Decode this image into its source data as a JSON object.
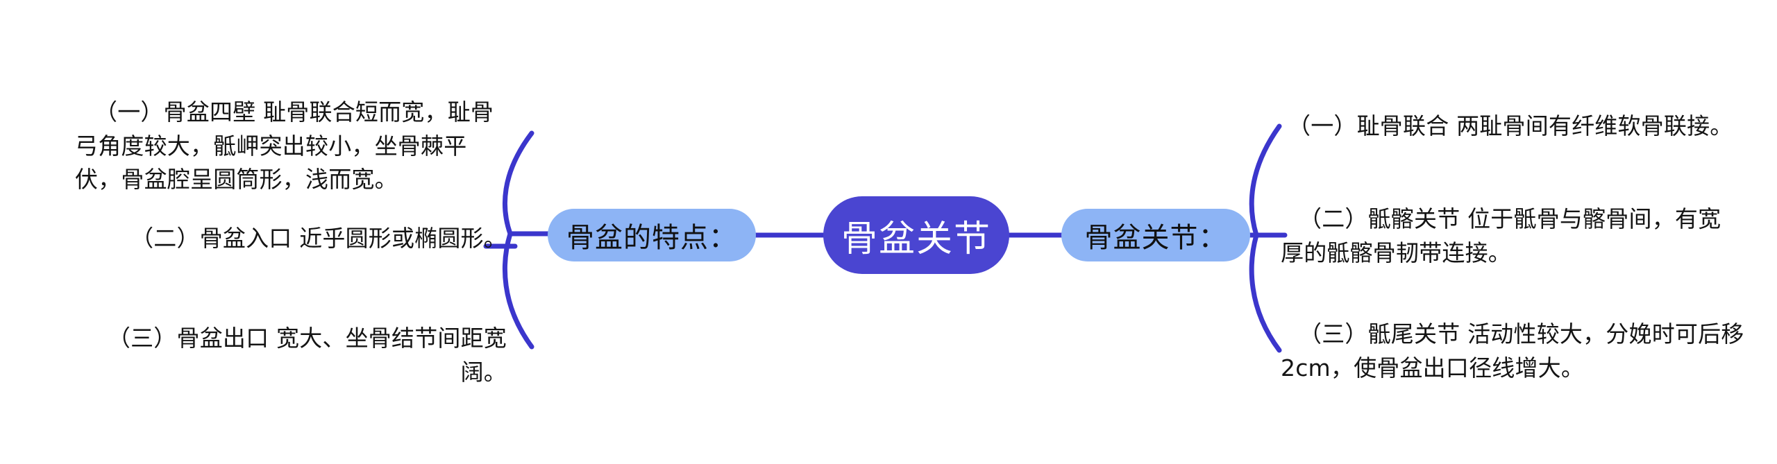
{
  "diagram": {
    "type": "mind-map",
    "orientation": "horizontal-bidirectional",
    "colors": {
      "root_fill": "#4A45D1",
      "root_text": "#FFFFFF",
      "branch_fill": "#8DB4F5",
      "branch_text": "#111111",
      "connector": "#3B36CC",
      "leaf_text": "#141414",
      "background": "#FFFFFF"
    }
  },
  "root": {
    "label": "骨盆关节"
  },
  "branches": [
    {
      "id": "left",
      "side": "left",
      "label": "骨盆的特点：",
      "leaves": [
        {
          "marker": "（一）",
          "title": "骨盆四壁",
          "text": "（一）骨盆四壁 耻骨联合短而宽，耻骨弓角度较大，骶岬突出较小，坐骨棘平伏，骨盆腔呈圆筒形，浅而宽。"
        },
        {
          "marker": "（二）",
          "title": "骨盆入口",
          "text": "（二）骨盆入口 近乎圆形或椭圆形。"
        },
        {
          "marker": "（三）",
          "title": "骨盆出口",
          "text": "（三）骨盆出口 宽大、坐骨结节间距宽阔。"
        }
      ]
    },
    {
      "id": "right",
      "side": "right",
      "label": "骨盆关节：",
      "leaves": [
        {
          "marker": "（一）",
          "title": "耻骨联合",
          "text": "（一）耻骨联合 两耻骨间有纤维软骨联接。"
        },
        {
          "marker": "（二）",
          "title": "骶髂关节",
          "text": "（二）骶髂关节 位于骶骨与髂骨间，有宽厚的骶髂骨韧带连接。"
        },
        {
          "marker": "（三）",
          "title": "骶尾关节",
          "text": "（三）骶尾关节 活动性较大，分娩时可后移2cm，使骨盆出口径线增大。"
        }
      ]
    }
  ]
}
